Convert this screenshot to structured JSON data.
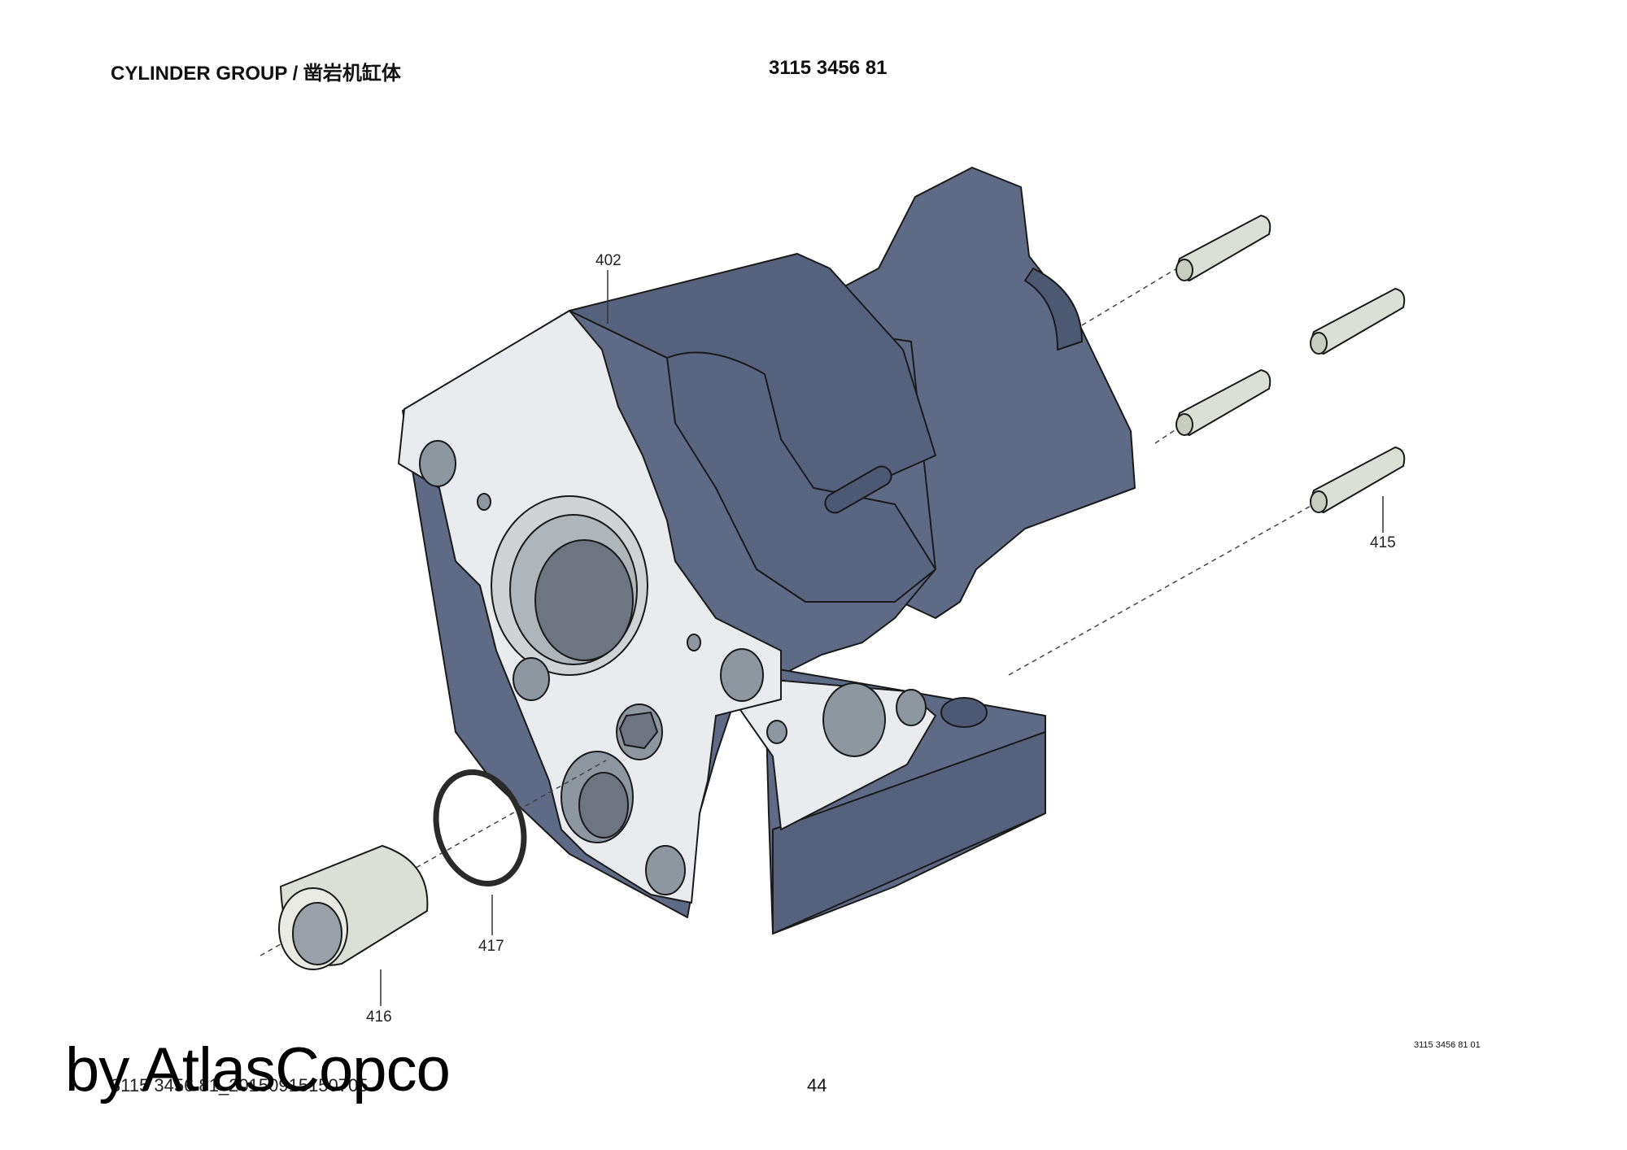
{
  "header": {
    "title": "CYLINDER GROUP / 凿岩机缸体",
    "part_number": "3115 3456 81"
  },
  "callouts": {
    "c402": "402",
    "c415": "415",
    "c416": "416",
    "c417": "417"
  },
  "footer": {
    "drawing_code": "3115 3456 81 01",
    "file_ref": "3115 3456 81_20150915150705",
    "page_number": "44"
  },
  "watermark": "by AtlasCopco",
  "colors": {
    "body": "#5f6b86",
    "body_dark": "#4d5872",
    "face": "#e9ebee",
    "pin": "#dcdfd6",
    "line": "#1a1a1a"
  }
}
